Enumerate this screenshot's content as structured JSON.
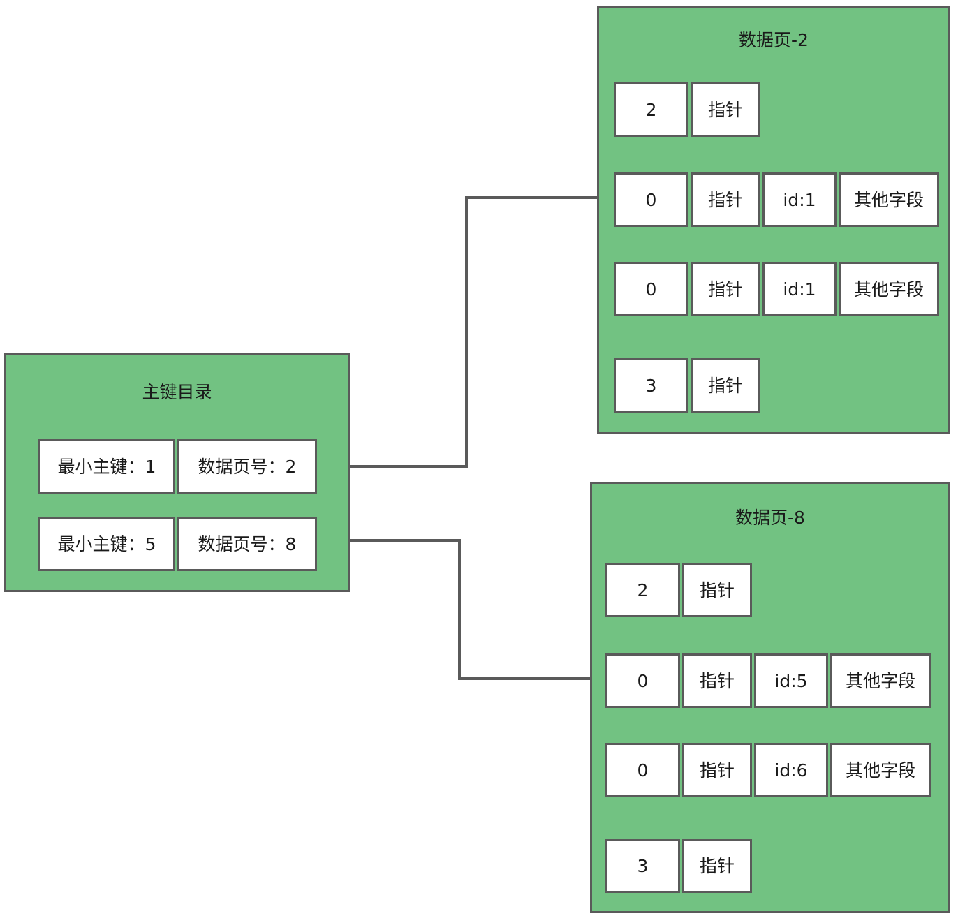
{
  "diagram": {
    "title_text_color": "#1a1a1a",
    "page_fill": "#72C282",
    "stroke": "#5A5A5A",
    "background": "#ffffff"
  },
  "directory": {
    "title": "主键目录",
    "rows": [
      {
        "min_key": "最小主键：1",
        "page_no": "数据页号：2"
      },
      {
        "min_key": "最小主键：5",
        "page_no": "数据页号：8"
      }
    ]
  },
  "pages": [
    {
      "title": "数据页-2",
      "rows": [
        {
          "type": "infimum",
          "slot": "2",
          "pointer": "指针"
        },
        {
          "type": "record",
          "slot": "0",
          "pointer": "指针",
          "id": "id:1",
          "other": "其他字段"
        },
        {
          "type": "record",
          "slot": "0",
          "pointer": "指针",
          "id": "id:1",
          "other": "其他字段"
        },
        {
          "type": "supremum",
          "slot": "3",
          "pointer": "指针"
        }
      ]
    },
    {
      "title": "数据页-8",
      "rows": [
        {
          "type": "infimum",
          "slot": "2",
          "pointer": "指针"
        },
        {
          "type": "record",
          "slot": "0",
          "pointer": "指针",
          "id": "id:5",
          "other": "其他字段"
        },
        {
          "type": "record",
          "slot": "0",
          "pointer": "指针",
          "id": "id:6",
          "other": "其他字段"
        },
        {
          "type": "supremum",
          "slot": "3",
          "pointer": "指针"
        }
      ]
    }
  ]
}
